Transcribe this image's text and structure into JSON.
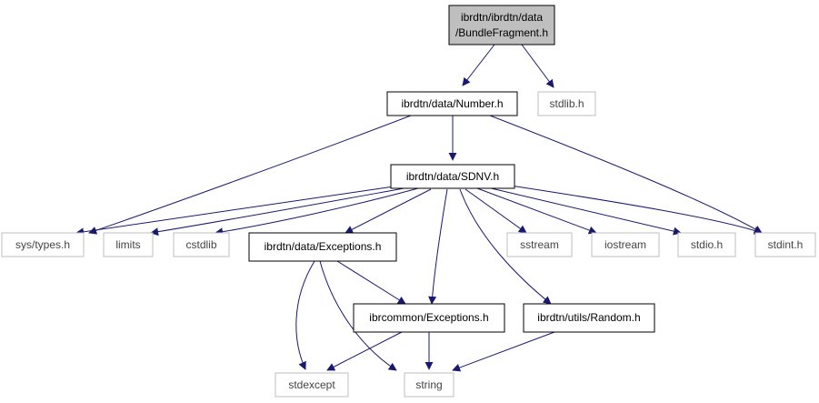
{
  "colors": {
    "edge": "#191970",
    "node_border_main": "#000000",
    "node_border_external": "#bfbfbf",
    "root_fill": "#bfbfbf",
    "node_fill": "#ffffff"
  },
  "nodes": {
    "root": {
      "label_line1": "ibrdtn/ibrdtn/data",
      "label_line2": "/BundleFragment.h"
    },
    "number_h": {
      "label": "ibrdtn/data/Number.h"
    },
    "stdlib_h": {
      "label": "stdlib.h"
    },
    "sdnv_h": {
      "label": "ibrdtn/data/SDNV.h"
    },
    "sys_types_h": {
      "label": "sys/types.h"
    },
    "limits": {
      "label": "limits"
    },
    "cstdlib": {
      "label": "cstdlib"
    },
    "data_exceptions_h": {
      "label": "ibrdtn/data/Exceptions.h"
    },
    "sstream": {
      "label": "sstream"
    },
    "iostream": {
      "label": "iostream"
    },
    "stdio_h": {
      "label": "stdio.h"
    },
    "stdint_h": {
      "label": "stdint.h"
    },
    "ibrcommon_exceptions_h": {
      "label": "ibrcommon/Exceptions.h"
    },
    "random_h": {
      "label": "ibrdtn/utils/Random.h"
    },
    "stdexcept": {
      "label": "stdexcept"
    },
    "string": {
      "label": "string"
    }
  }
}
